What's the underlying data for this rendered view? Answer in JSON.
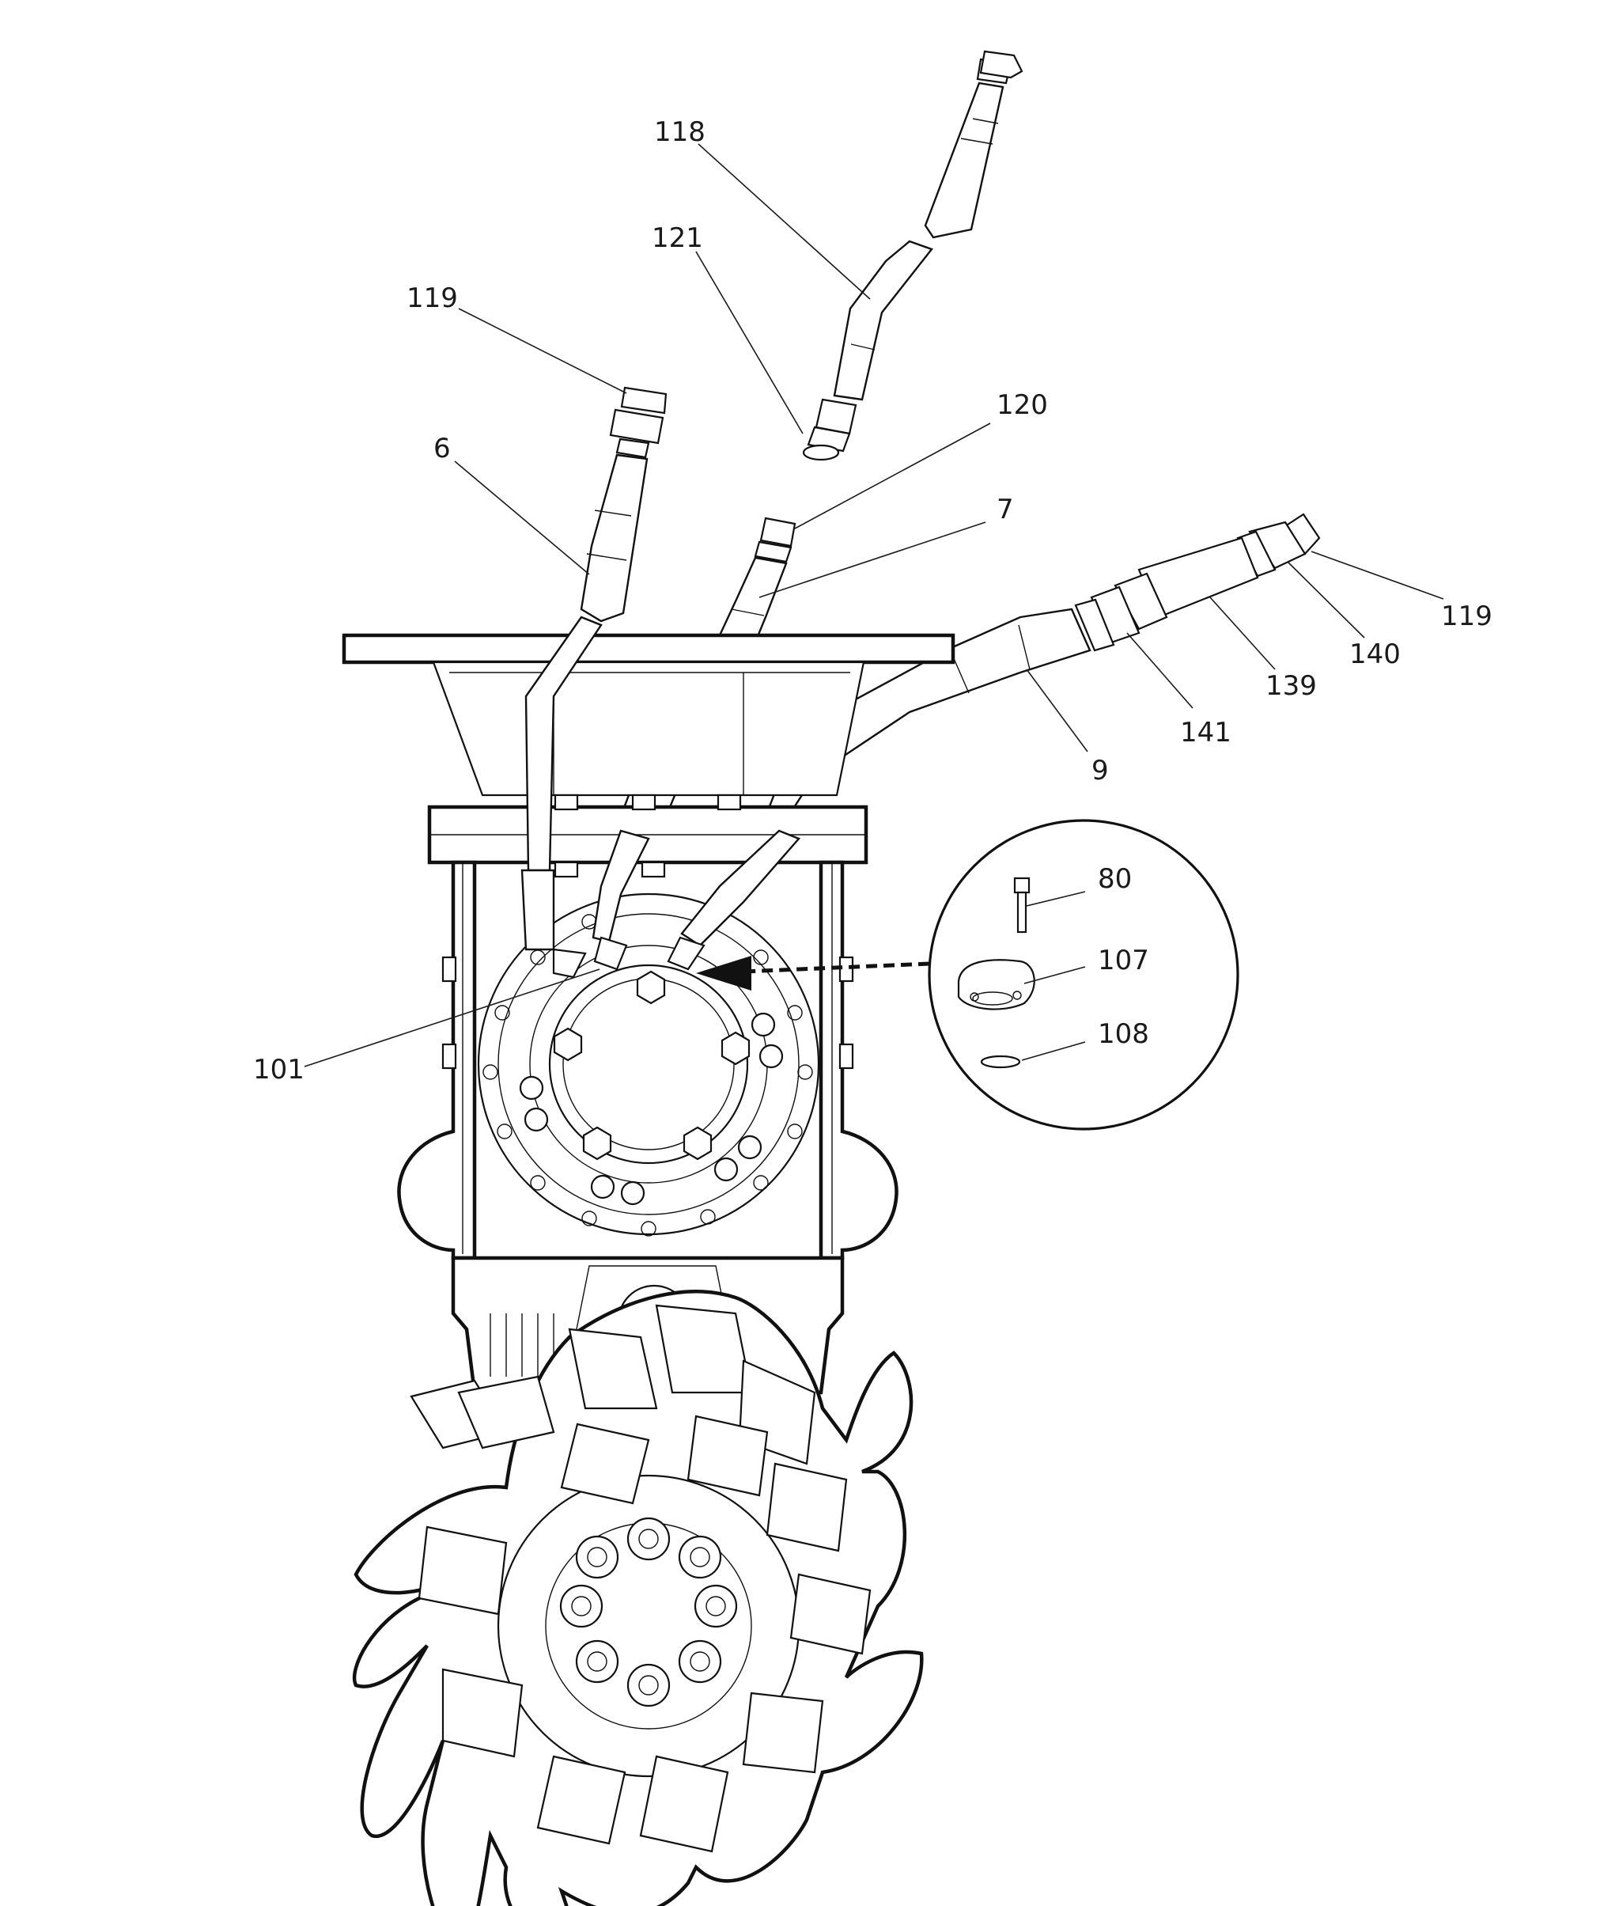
{
  "callouts": [
    {
      "id": "118",
      "text": "118"
    },
    {
      "id": "121",
      "text": "121"
    },
    {
      "id": "119a",
      "text": "119"
    },
    {
      "id": "6",
      "text": "6"
    },
    {
      "id": "120",
      "text": "120"
    },
    {
      "id": "7",
      "text": "7"
    },
    {
      "id": "119b",
      "text": "119"
    },
    {
      "id": "140",
      "text": "140"
    },
    {
      "id": "139",
      "text": "139"
    },
    {
      "id": "141",
      "text": "141"
    },
    {
      "id": "9",
      "text": "9"
    },
    {
      "id": "80",
      "text": "80"
    },
    {
      "id": "107",
      "text": "107"
    },
    {
      "id": "108",
      "text": "108"
    },
    {
      "id": "101",
      "text": "101"
    }
  ]
}
